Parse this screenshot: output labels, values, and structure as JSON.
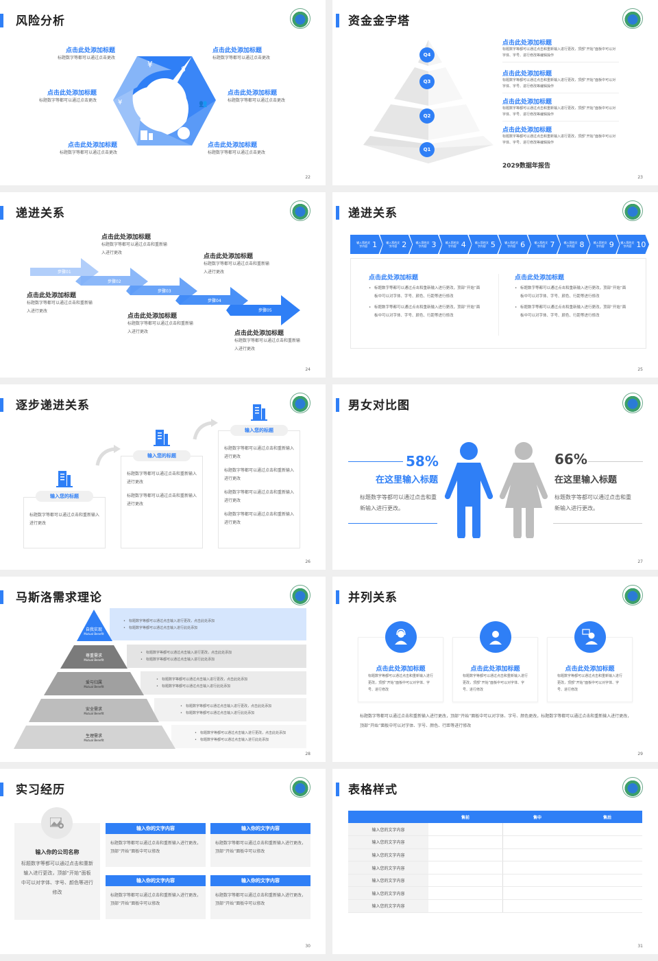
{
  "colors": {
    "accent": "#2f7ff6",
    "light_blue": "#8db8f7",
    "grey": "#bdbdbd",
    "text": "#222222"
  },
  "slides": [
    {
      "page": "22",
      "title": "风险分析",
      "items": [
        {
          "title": "点击此处添加标题",
          "desc": "标题数字等都可以通过点击更改",
          "icon": "money-bag-icon"
        },
        {
          "title": "点击此处添加标题",
          "desc": "标题数字等都可以通过点击更改",
          "icon": "coins-icon"
        },
        {
          "title": "点击此处添加标题",
          "desc": "标题数字等都可以通过点击更改",
          "icon": "hand-yen-icon"
        },
        {
          "title": "点击此处添加标题",
          "desc": "标题数字等都可以通过点击更改",
          "icon": "users-icon"
        },
        {
          "title": "点击此处添加标题",
          "desc": "标题数字等都可以通过点击更改",
          "icon": "building-icon"
        },
        {
          "title": "点击此处添加标题",
          "desc": "标题数字等都可以通过点击更改",
          "icon": "pie-chart-icon"
        }
      ]
    },
    {
      "page": "23",
      "title": "资金金字塔",
      "levels": [
        "Q4",
        "Q3",
        "Q2",
        "Q1"
      ],
      "items": [
        {
          "title": "点击此处添加标题",
          "desc": "标题数字等都可以通过点击和重新输入进行更改，顶部“开始”面板中可以对字体、字号、进行修改等编辑操作"
        },
        {
          "title": "点击此处添加标题",
          "desc": "标题数字等都可以通过点击和重新输入进行更改，顶部“开始”面板中可以对字体、字号、进行修改等编辑操作"
        },
        {
          "title": "点击此处添加标题",
          "desc": "标题数字等都可以通过点击和重新输入进行更改，顶部“开始”面板中可以对字体、字号、进行修改等编辑操作"
        },
        {
          "title": "点击此处添加标题",
          "desc": "标题数字等都可以通过点击和重新输入进行更改，顶部“开始”面板中可以对字体、字号、进行修改等编辑操作"
        }
      ],
      "footer": "2029数据年报告"
    },
    {
      "page": "24",
      "title": "递进关系",
      "steps": [
        "步骤01",
        "步骤02",
        "步骤03",
        "步骤04",
        "步骤05"
      ],
      "items": [
        {
          "title": "点击此处添加标题",
          "desc": "标题数字等都可以通过点击和重新输入进行更改"
        },
        {
          "title": "点击此处添加标题",
          "desc": "标题数字等都可以通过点击和重新输入进行更改"
        },
        {
          "title": "点击此处添加标题",
          "desc": "标题数字等都可以通过点击和重新输入进行更改"
        },
        {
          "title": "点击此处添加标题",
          "desc": "标题数字等都可以通过点击和重新输入进行更改"
        },
        {
          "title": "点击此处添加标题",
          "desc": "标题数字等都可以通过点击和重新输入进行更改"
        }
      ]
    },
    {
      "page": "25",
      "title": "递进关系",
      "chevrons": [
        {
          "text": "输入您的文字内容",
          "num": "1"
        },
        {
          "text": "输入您的文字内容",
          "num": "2"
        },
        {
          "text": "输入您的文字内容",
          "num": "3"
        },
        {
          "text": "输入您的文字内容",
          "num": "4"
        },
        {
          "text": "输入您的文字内容",
          "num": "5"
        },
        {
          "text": "输入您的文字内容",
          "num": "6"
        },
        {
          "text": "输入您的文字内容",
          "num": "7"
        },
        {
          "text": "输入您的文字内容",
          "num": "8"
        },
        {
          "text": "输入您的文字内容",
          "num": "9"
        },
        {
          "text": "输入您的文字内容",
          "num": "10"
        }
      ],
      "columns": [
        {
          "title": "点击此处添加标题",
          "bullets": [
            "标题数字等都可以通过点击和重新输入进行更改，顶部“开始”面板中可以对字体、字号、颜色、行距等进行修改",
            "标题数字等都可以通过点击和重新输入进行更改，顶部“开始”面板中可以对字体、字号、颜色、行距等进行修改"
          ]
        },
        {
          "title": "点击此处添加标题",
          "bullets": [
            "标题数字等都可以通过点击和重新输入进行更改，顶部“开始”面板中可以对字体、字号、颜色、行距等进行修改",
            "标题数字等都可以通过点击和重新输入进行更改，顶部“开始”面板中可以对字体、字号、颜色、行距等进行修改"
          ]
        }
      ]
    },
    {
      "page": "26",
      "title": "逐步递进关系",
      "cards": [
        {
          "title": "输入您的标题",
          "paras": [
            "标题数字等都可以通过点击和重新输入进行更改"
          ]
        },
        {
          "title": "输入您的标题",
          "paras": [
            "标题数字等都可以通过点击和重新输入进行更改",
            "标题数字等都可以通过点击和重新输入进行更改"
          ]
        },
        {
          "title": "输入您的标题",
          "paras": [
            "标题数字等都可以通过点击和重新输入进行更改",
            "标题数字等都可以通过点击和重新输入进行更改",
            "标题数字等都可以通过点击和重新输入进行更改",
            "标题数字等都可以通过点击和重新输入进行更改"
          ]
        }
      ]
    },
    {
      "page": "27",
      "title": "男女对比图",
      "male": {
        "percent": "58%",
        "title": "在这里输入标题",
        "desc": "标题数字等都可以通过点击和重新输入进行更改。"
      },
      "female": {
        "percent": "66%",
        "title": "在这里输入标题",
        "desc": "标题数字等都可以通过点击和重新输入进行更改。"
      }
    },
    {
      "page": "28",
      "title": "马斯洛需求理论",
      "levels": [
        {
          "name": "自我实现",
          "sub": "Mutual Benefit",
          "lines": [
            "标题数字等都可以通过点击输入进行更改，点击此处添加",
            "标题数字等都可以通过点击输入进行此处添加"
          ]
        },
        {
          "name": "尊重需求",
          "sub": "Mutual Benefit",
          "lines": [
            "标题数字等都可以通过点击输入进行更改，点击此处添加",
            "标题数字等都可以通过点击输入进行此处添加"
          ]
        },
        {
          "name": "爱与归属",
          "sub": "Mutual Benefit",
          "lines": [
            "标题数字等都可以通过点击输入进行更改，点击此处添加",
            "标题数字等都可以通过点击输入进行此处添加"
          ]
        },
        {
          "name": "安全需求",
          "sub": "Mutual Benefit",
          "lines": [
            "标题数字等都可以通过点击输入进行更改，点击此处添加",
            "标题数字等都可以通过点击输入进行此处添加"
          ]
        },
        {
          "name": "生理需求",
          "sub": "Mutual Benefit",
          "lines": [
            "标题数字等都可以通过点击输入进行更改，点击此处添加",
            "标题数字等都可以通过点击输入进行此处添加"
          ]
        }
      ]
    },
    {
      "page": "29",
      "title": "并列关系",
      "cards": [
        {
          "title": "点击此处添加标题",
          "desc": "标题数字等都可以通过点击和重新输入进行更改，顶部“开始”面板中可以对字体、字号、进行修改",
          "icon": "headset-user-icon"
        },
        {
          "title": "点击此处添加标题",
          "desc": "标题数字等都可以通过点击和重新输入进行更改，顶部“开始”面板中可以对字体、字号、进行修改",
          "icon": "user-icon"
        },
        {
          "title": "点击此处添加标题",
          "desc": "标题数字等都可以通过点击和重新输入进行更改，顶部“开始”面板中可以对字体、字号、进行修改",
          "icon": "user-chat-icon"
        }
      ],
      "footer": "标题数字等都可以通过点击和重新输入进行更改，顶部“开始”面板中可以对字体、字号、颜色更改，标题数字等都可以通过点击和重新输入进行更改，顶部“开始”面板中可以对字体、字号、颜色、行距等进行修改"
    },
    {
      "page": "30",
      "title": "实习经历",
      "company": {
        "name": "输入你的公司名称",
        "desc": "标题数字等都可以通过点击和重新输入进行更改，顶部“开始”面板中可以对字体、字号、颜色等进行修改"
      },
      "boxes": [
        {
          "title": "输入你的文字内容",
          "desc": "标题数字等都可以通过点击和重新输入进行更改，顶部“开始”面板中可以修改"
        },
        {
          "title": "输入你的文字内容",
          "desc": "标题数字等都可以通过点击和重新输入进行更改，顶部“开始”面板中可以修改"
        },
        {
          "title": "输入你的文字内容",
          "desc": "标题数字等都可以通过点击和重新输入进行更改，顶部“开始”面板中可以修改"
        },
        {
          "title": "输入你的文字内容",
          "desc": "标题数字等都可以通过点击和重新输入进行更改，顶部“开始”面板中可以修改"
        }
      ]
    },
    {
      "page": "31",
      "title": "表格样式",
      "table": {
        "headers": [
          "",
          "售前",
          "售中",
          "售后"
        ],
        "rows": [
          "输入您的文字内容",
          "输入您的文字内容",
          "输入您的文字内容",
          "输入您的文字内容",
          "输入您的文字内容",
          "输入您的文字内容",
          "输入您的文字内容"
        ]
      }
    }
  ]
}
